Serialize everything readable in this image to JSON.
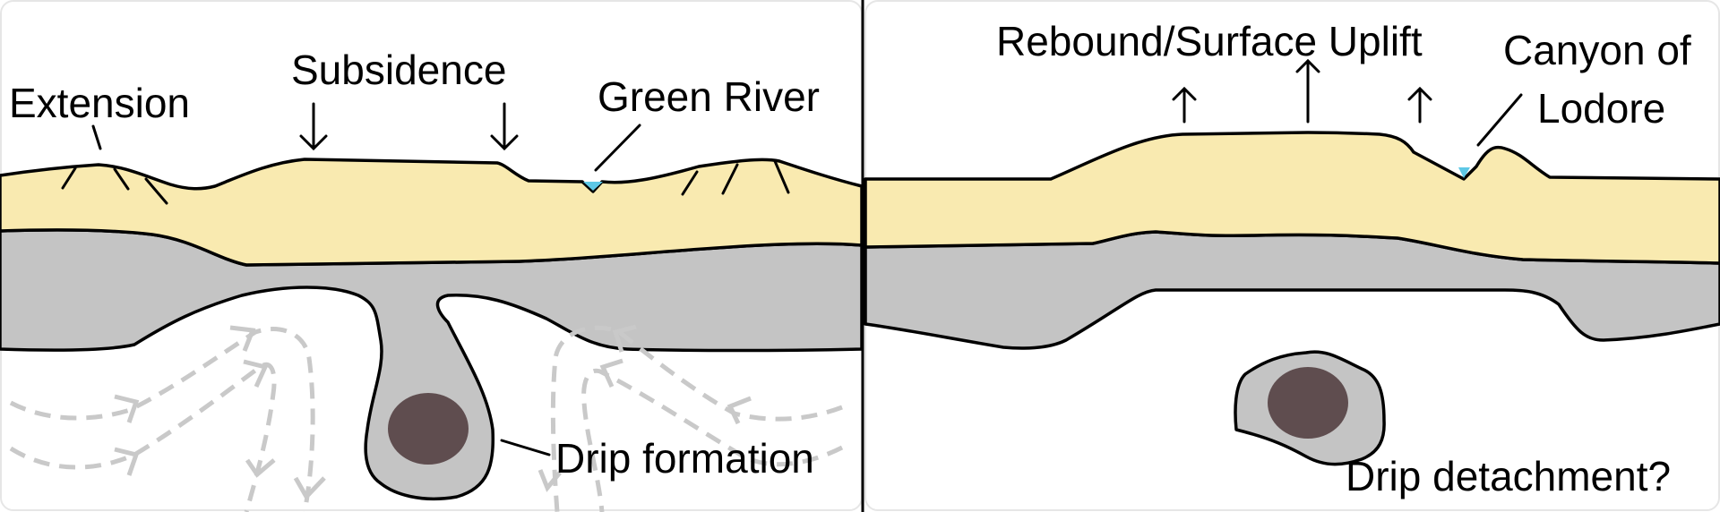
{
  "figure": {
    "panels": [
      {
        "id": "drip-formation-stage",
        "labels": {
          "extension": "Extension",
          "subsidence": "Subsidence",
          "green_river": "Green River",
          "drip": "Drip formation"
        }
      },
      {
        "id": "drip-detachment-stage",
        "labels": {
          "uplift": "Rebound/Surface Uplift",
          "canyon_line1": "Canyon of",
          "canyon_line2": "Lodore",
          "drip": "Drip detachment?"
        }
      }
    ],
    "legend_colors": {
      "crust": "#f9eab0",
      "lithosphere": "#c4c4c4",
      "drip_core": "#5f4d4f",
      "mantle_flow": "#c9c9c9",
      "river_water": "#5ec8e6"
    }
  }
}
